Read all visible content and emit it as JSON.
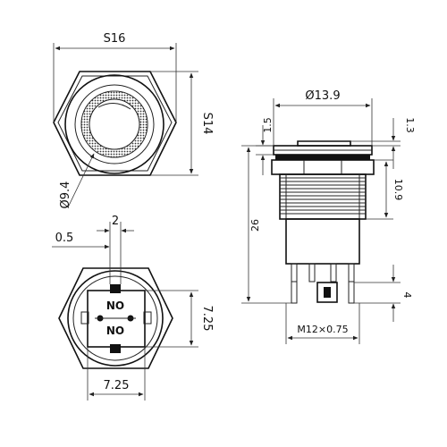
{
  "top_view": {
    "width_label": "S16",
    "height_label": "S14",
    "diameter_label": "Ø9.4"
  },
  "bottom_view": {
    "pin_width_label": "2",
    "offset_label": "0.5",
    "height_label": "7.25",
    "width_label": "7.25",
    "upper_contact": "NO",
    "lower_contact": "NO"
  },
  "side_view": {
    "head_diameter_label": "Ø13.9",
    "head_height_label": "1.5",
    "cap_height_label": "1.3",
    "thread_length_label": "10.9",
    "total_length_label": "26",
    "terminal_length_label": "4",
    "thread_label": "M12×0.75"
  }
}
